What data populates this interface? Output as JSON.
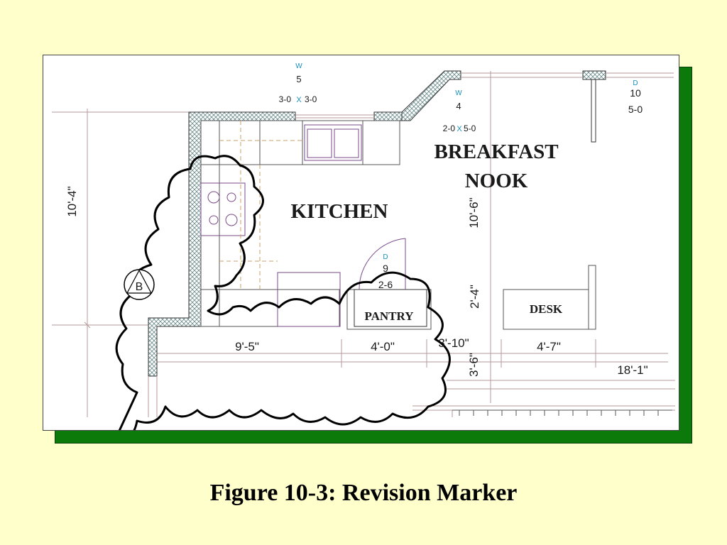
{
  "caption": "Figure 10-3: Revision Marker",
  "colors": {
    "background": "#ffffcc",
    "shadow": "#0b7a0b",
    "drawing_line": "#9a7a7a",
    "cabinet_line": "#7a4a8a",
    "tag_text": "#1a8fb8",
    "cloud": "#000000"
  },
  "rooms": {
    "kitchen": "KITCHEN",
    "breakfast_line1": "BREAKFAST",
    "breakfast_line2": "NOOK",
    "pantry": "PANTRY",
    "desk": "DESK"
  },
  "openings": {
    "window5": {
      "type": "W",
      "number": "5",
      "size_a": "3-0",
      "x": "X",
      "size_b": "3-0"
    },
    "window4": {
      "type": "W",
      "number": "4",
      "size_a": "2-0",
      "x": "X",
      "size_b": "5-0"
    },
    "door10": {
      "type": "D",
      "number": "10",
      "size": "5-0"
    },
    "door9": {
      "type": "D",
      "number": "9",
      "size": "2-6"
    }
  },
  "dimensions": {
    "left_height": "10'-4\"",
    "nook_height": "10'-6\"",
    "pantry_height": "2'-4\"",
    "lower_height": "3'-6\"",
    "kitchen_width": "9'-5\"",
    "pantry_width": "4'-0\"",
    "gap_width": "3'-10\"",
    "desk_width": "4'-7\"",
    "overall_width": "18'-1\""
  },
  "revision": {
    "letter": "B"
  }
}
